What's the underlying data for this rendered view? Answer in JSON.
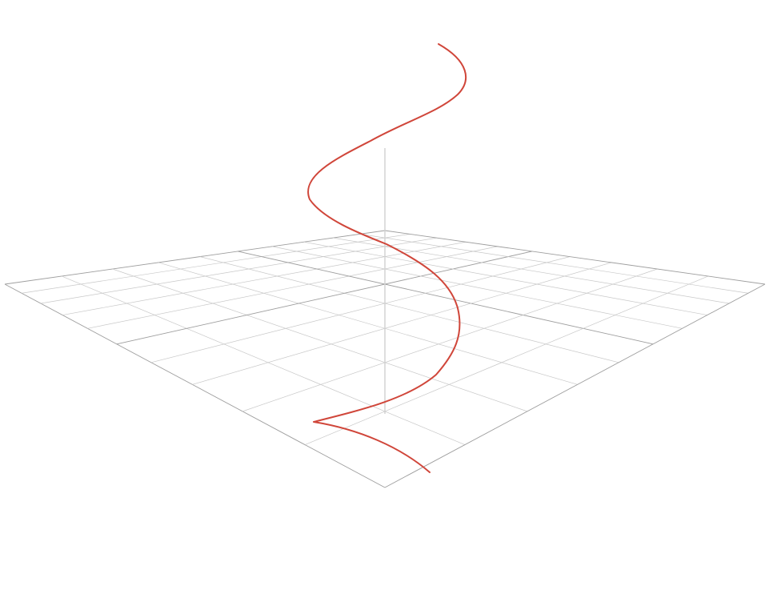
{
  "scene": {
    "colors": {
      "background": "#ffffff",
      "grid_minor": "#c8c8c8",
      "grid_major": "#9e9e9e",
      "axis": "#d0d0d0",
      "curve": "#d0463a"
    },
    "grid": {
      "divisions": 10,
      "major_lines": [
        0,
        5,
        10
      ]
    }
  }
}
